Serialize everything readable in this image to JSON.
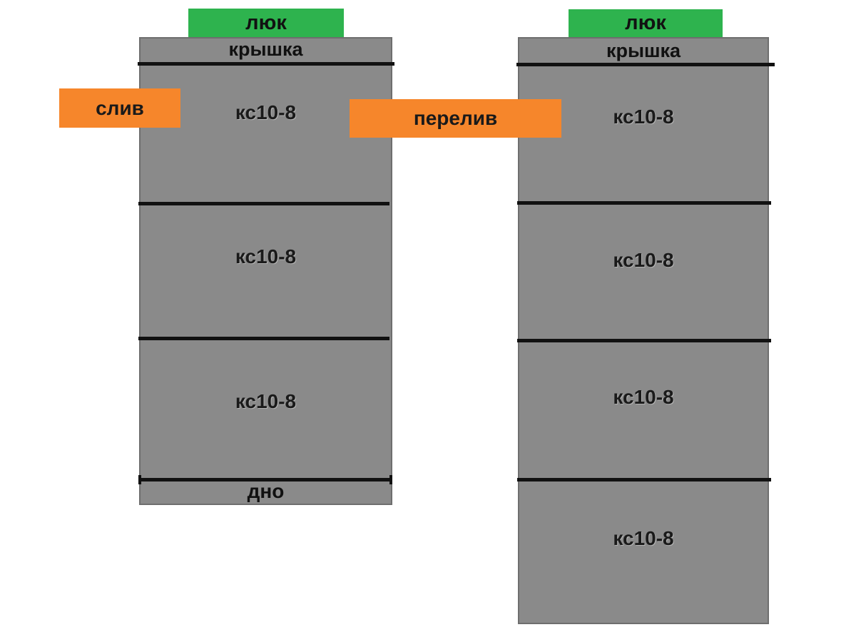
{
  "diagram": {
    "left_well": {
      "hatch": "люк",
      "cover": "крышка",
      "rings": [
        "кс10-8",
        "кс10-8",
        "кс10-8"
      ],
      "bottom": "дно"
    },
    "right_well": {
      "hatch": "люк",
      "cover": "крышка",
      "rings": [
        "кс10-8",
        "кс10-8",
        "кс10-8",
        "кс10-8"
      ]
    },
    "labels": {
      "drain": "слив",
      "overflow": "перелив"
    },
    "colors": {
      "ring_gray": "#8a8a8a",
      "hatch_green": "#2eb34e",
      "label_orange": "#f6862b",
      "joint_black": "#111111"
    }
  }
}
